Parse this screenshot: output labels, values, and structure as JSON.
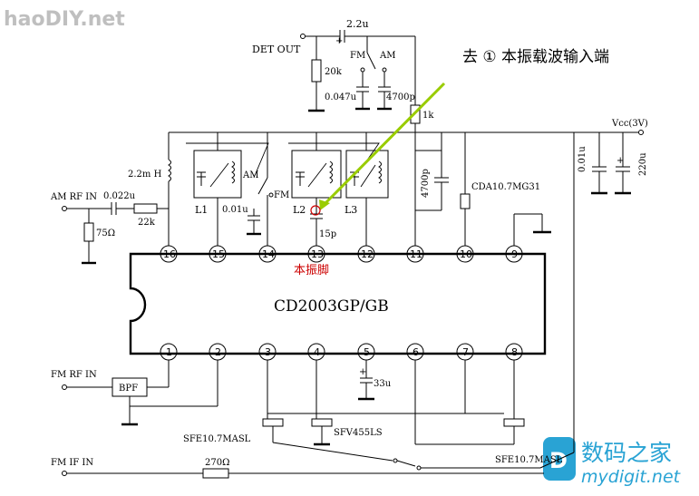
{
  "watermark_top": "haoDIY.net",
  "watermark_bottom": {
    "cn": "数码之家",
    "url": "mydigit.net"
  },
  "annotation": {
    "text": "去 ① 本振载波输入端",
    "pin_marker": "本振脚",
    "color": "#cc0000",
    "arrow_color": "#99cc00"
  },
  "chip": {
    "name": "CD2003GP/GB",
    "top_pins": [
      "16",
      "15",
      "14",
      "13",
      "12",
      "11",
      "10",
      "9"
    ],
    "bottom_pins": [
      "1",
      "2",
      "3",
      "4",
      "5",
      "6",
      "7",
      "8"
    ]
  },
  "labels": {
    "det_out": "DET OUT",
    "cap_2_2u": "2.2u",
    "plus_top": "+",
    "fm_sw": "FM",
    "am_sw": "AM",
    "r_20k": "20k",
    "c_0047": "0.047u",
    "c_4700p_top": "4700p",
    "r_1k": "1k",
    "vcc": "Vcc(3V)",
    "am_rf_in": "AM RF IN",
    "c_0022": "0.022u",
    "r_22k": "22k",
    "r_75": "75Ω",
    "l_22mh": "2.2m H",
    "l1": "L1",
    "am_mid": "AM",
    "fm_mid": "FM",
    "c_001u_mid": "0.01u",
    "l2": "L2",
    "l3": "L3",
    "c_15p": "15p",
    "c_4700p_mid": "4700p",
    "cda": "CDA10.7MG31",
    "c_001u_right": "0.01u",
    "c_220u": "220u",
    "fm_rf_in": "FM RF IN",
    "bpf": "BPF",
    "c_33u": "33u",
    "plus_33u": "+",
    "sfv": "SFV455LS",
    "sfe_left": "SFE10.7MASL",
    "sfe_right": "SFE10.7MASL",
    "fm_if_in": "FM IF IN",
    "r_270": "270Ω",
    "plus_220u": "+"
  }
}
